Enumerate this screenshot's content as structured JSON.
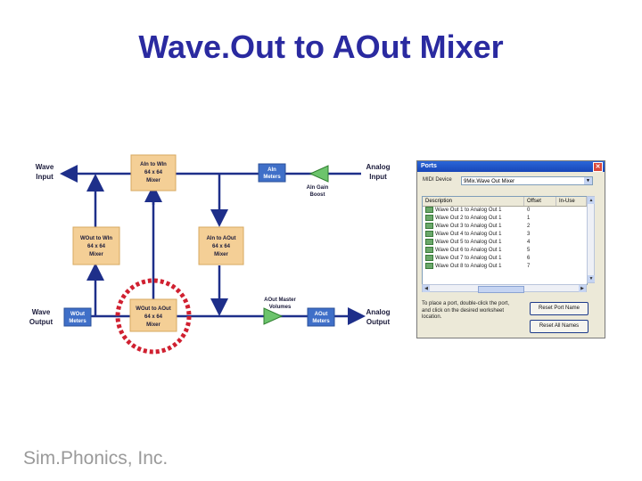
{
  "slide": {
    "title": "Wave.Out to AOut Mixer",
    "footer": "Sim.Phonics, Inc."
  },
  "diagram": {
    "wave_input": [
      "Wave",
      "Input"
    ],
    "wave_output": [
      "Wave",
      "Output"
    ],
    "analog_input": [
      "Analog",
      "Input"
    ],
    "analog_output": [
      "Analog",
      "Output"
    ],
    "ain_to_win": [
      "AIn to WIn",
      "64 x 64",
      "Mixer"
    ],
    "wout_to_win": [
      "WOut to WIn",
      "64 x 64",
      "Mixer"
    ],
    "ain_to_aout": [
      "AIn to AOut",
      "64 x 64",
      "Mixer"
    ],
    "wout_to_aout": [
      "WOut to AOut",
      "64 x 64",
      "Mixer"
    ],
    "ain_meters": [
      "AIn",
      "Meters"
    ],
    "wout_meters": [
      "WOut",
      "Meters"
    ],
    "aout_meters": [
      "AOut",
      "Meters"
    ],
    "ain_gain_boost": [
      "AIn Gain",
      "Boost"
    ],
    "aout_master_volumes": [
      "AOut Master",
      "Volumes"
    ],
    "colors": {
      "line": "#1e2f8a",
      "mixer_box": "#f4cf96",
      "meter_box": "#3f6fc8",
      "amplifier": "#6cc46c",
      "highlight_circle": "#d02030"
    }
  },
  "ports_window": {
    "title": "Ports",
    "close_icon": "close-icon",
    "mixer_label": "MIDI Device",
    "mixer_value": "9Mix.Wave Out Mixer",
    "columns": [
      "Description",
      "Offset",
      "In-Use"
    ],
    "rows": [
      {
        "description": "Wave Out 1 to Analog Out 1",
        "offset": "0"
      },
      {
        "description": "Wave Out 2 to Analog Out 1",
        "offset": "1"
      },
      {
        "description": "Wave Out 3 to Analog Out 1",
        "offset": "2"
      },
      {
        "description": "Wave Out 4 to Analog Out 1",
        "offset": "3"
      },
      {
        "description": "Wave Out 5 to Analog Out 1",
        "offset": "4"
      },
      {
        "description": "Wave Out 6 to Analog Out 1",
        "offset": "5"
      },
      {
        "description": "Wave Out 7 to Analog Out 1",
        "offset": "6"
      },
      {
        "description": "Wave Out 8 to Analog Out 1",
        "offset": "7"
      }
    ],
    "help_text": "To place a port, double-click the port, and click on the desired worksheet location.",
    "reset_port_name": "Reset Port Name",
    "reset_all_names": "Reset All Names"
  }
}
